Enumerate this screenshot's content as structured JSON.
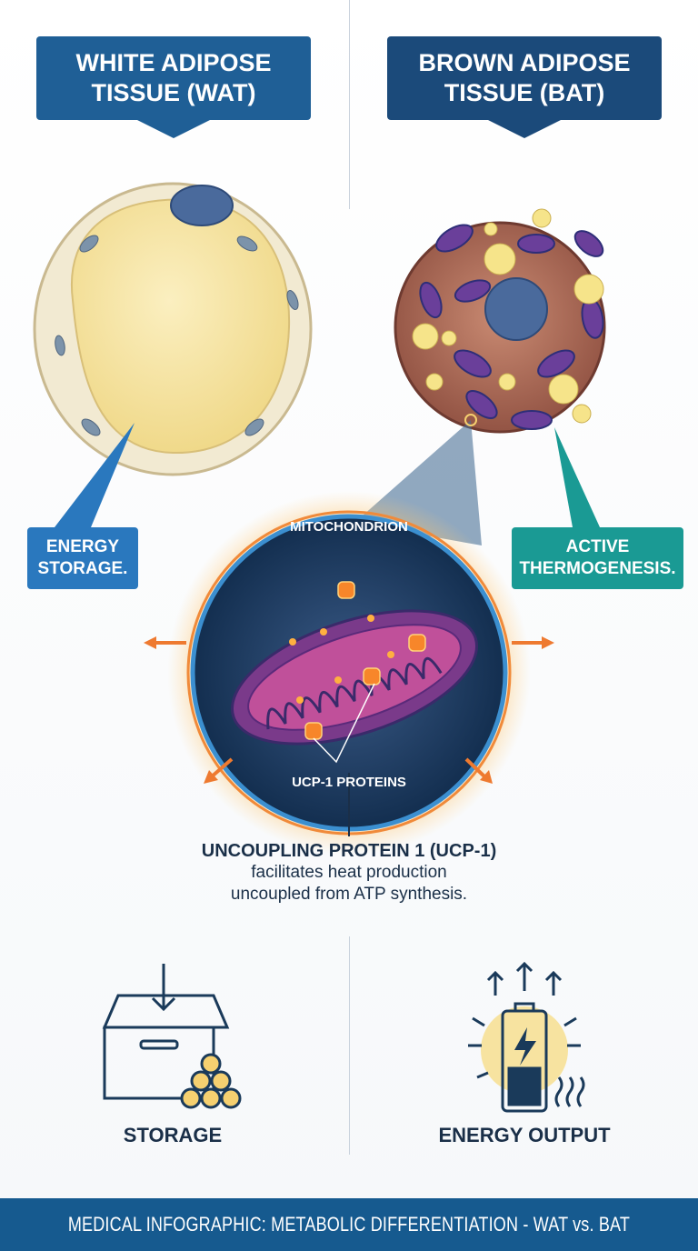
{
  "headers": {
    "wat": {
      "line1": "WHITE ADIPOSE",
      "line2": "TISSUE (WAT)",
      "color": "#1f5f96"
    },
    "bat": {
      "line1": "BROWN ADIPOSE",
      "line2": "TISSUE (BAT)",
      "color": "#1b4a7a"
    }
  },
  "callouts": {
    "wat": {
      "line1": "ENERGY",
      "line2": "STORAGE.",
      "color": "#2a78be"
    },
    "bat": {
      "line1": "ACTIVE",
      "line2": "THERMOGENESIS.",
      "color": "#1a9a94"
    }
  },
  "mitochondrion": {
    "title": "MITOCHONDRION",
    "protein_label": "UCP-1 PROTEINS"
  },
  "description": {
    "title": "UNCOUPLING PROTEIN 1 (UCP-1)",
    "line1": "facilitates heat production",
    "line2": "uncoupled from ATP synthesis."
  },
  "icons": {
    "storage": {
      "label": "STORAGE",
      "icon": "box-with-fat-droplets-icon"
    },
    "energy": {
      "label": "ENERGY OUTPUT",
      "icon": "battery-with-heat-icon"
    }
  },
  "footer": {
    "text": "MEDICAL INFOGRAPHIC: METABOLIC DIFFERENTIATION - WAT vs. BAT"
  }
}
